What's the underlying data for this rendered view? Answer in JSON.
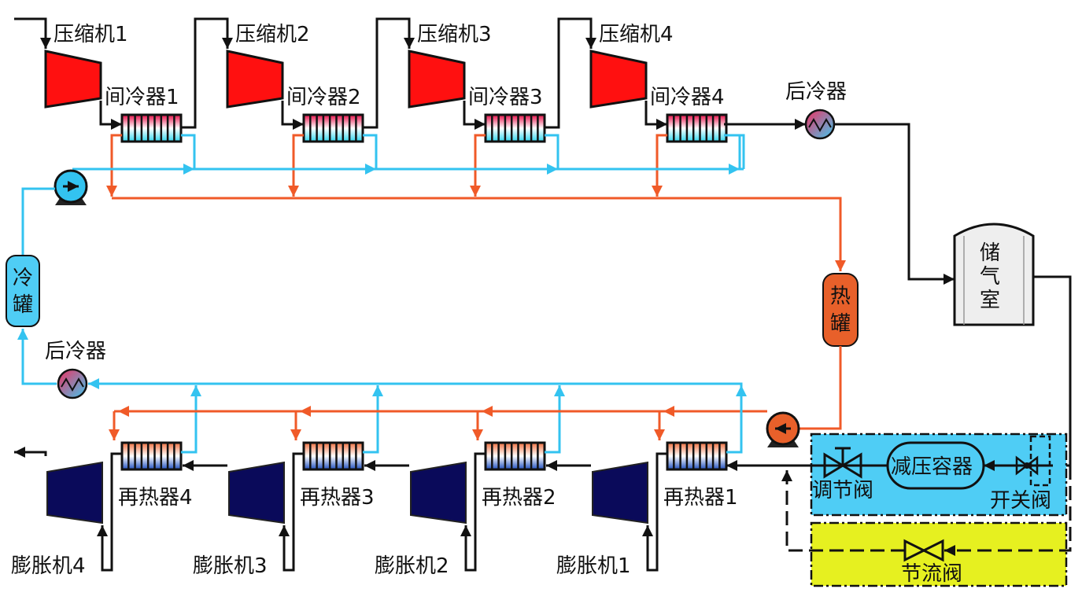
{
  "compressors": [
    "压缩机1",
    "压缩机2",
    "压缩机3",
    "压缩机4"
  ],
  "intercoolers": [
    "间冷器1",
    "间冷器2",
    "间冷器3",
    "间冷器4"
  ],
  "reheaters": [
    "再热器4",
    "再热器3",
    "再热器2",
    "再热器1"
  ],
  "expanders": [
    "膨胀机4",
    "膨胀机3",
    "膨胀机2",
    "膨胀机1"
  ],
  "aftercooler_top": "后冷器",
  "aftercooler_bottom": "后冷器",
  "cold_tank": [
    "冷",
    "罐"
  ],
  "hot_tank": [
    "热",
    "罐"
  ],
  "storage": [
    "储",
    "气",
    "室"
  ],
  "pressure_vessel": "减压容器",
  "regulating_valve": "调节阀",
  "switch_valve": "开关阀",
  "throttle_valve": "节流阀",
  "colors": {
    "compressor": "#ff1010",
    "expander": "#0a0a5a",
    "cold": "#33c3f0",
    "hot": "#f05a28",
    "valve_box": "#4fcdf5",
    "throttle_box": "#e6f020",
    "tank_cold": "#4fcdf5",
    "tank_hot": "#e8602a",
    "storage": "#eeeeee"
  }
}
